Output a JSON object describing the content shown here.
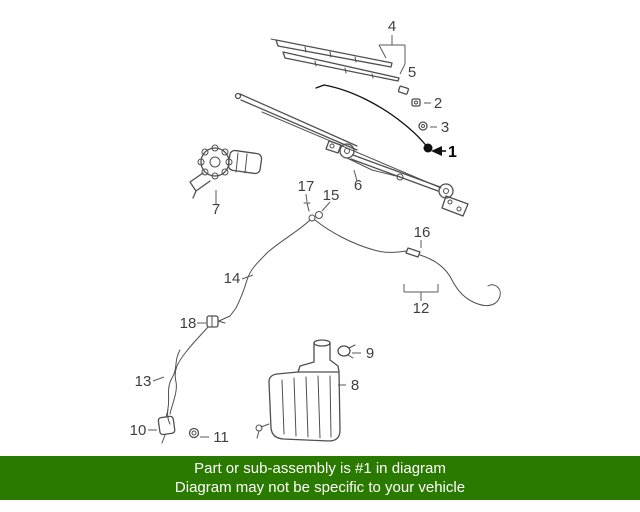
{
  "colors": {
    "line_art": "#4f4f4f",
    "highlight": "#111111",
    "label_text": "#3f3f3f",
    "banner_background": "#2a7a00",
    "banner_text": "#ffffff"
  },
  "diagram": {
    "description": "Windshield wiper and washer system exploded parts diagram",
    "highlighted_part": "1",
    "parts": {
      "p1": "1",
      "p2": "2",
      "p3": "3",
      "p4": "4",
      "p5": "5",
      "p6": "6",
      "p7": "7",
      "p8": "8",
      "p9": "9",
      "p10": "10",
      "p11": "11",
      "p12": "12",
      "p13": "13",
      "p14": "14",
      "p15": "15",
      "p16": "16",
      "p17": "17",
      "p18": "18"
    }
  },
  "banner": {
    "line1": "Part or sub-assembly is #1 in diagram",
    "line2": "Diagram may not be specific to your vehicle"
  }
}
